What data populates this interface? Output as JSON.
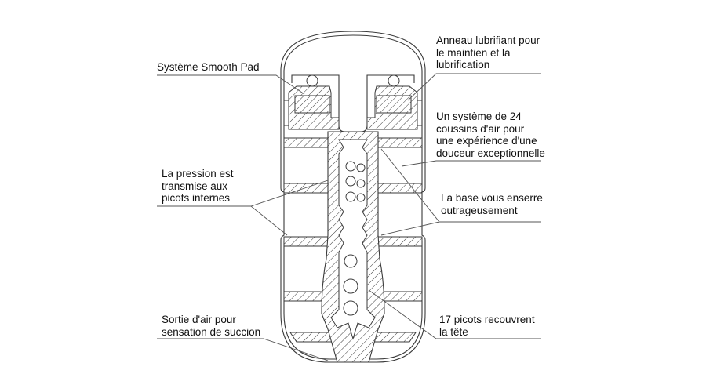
{
  "diagram": {
    "title": "Cross-section diagram",
    "colors": {
      "line": "#3a3a3a",
      "text": "#111111",
      "background": "#ffffff",
      "leader": "#555555"
    },
    "labels": {
      "smooth_pad": {
        "lines": [
          "Système Smooth Pad"
        ]
      },
      "lube_ring": {
        "lines": [
          "Anneau lubrifiant pour",
          "le maintien et la",
          "lubrification"
        ]
      },
      "air_cushions": {
        "lines": [
          "Un système de 24",
          "coussins d'air pour",
          "une expérience d'une",
          "douceur exceptionnelle"
        ]
      },
      "pressure": {
        "lines": [
          "La pression est",
          "transmise aux",
          "picots internes"
        ]
      },
      "base": {
        "lines": [
          "La base vous enserre",
          "outrageusement"
        ]
      },
      "air_outlet": {
        "lines": [
          "Sortie d'air pour",
          "sensation de succion"
        ]
      },
      "picots": {
        "lines": [
          "17 picots recouvrent",
          "la tête"
        ]
      }
    }
  }
}
